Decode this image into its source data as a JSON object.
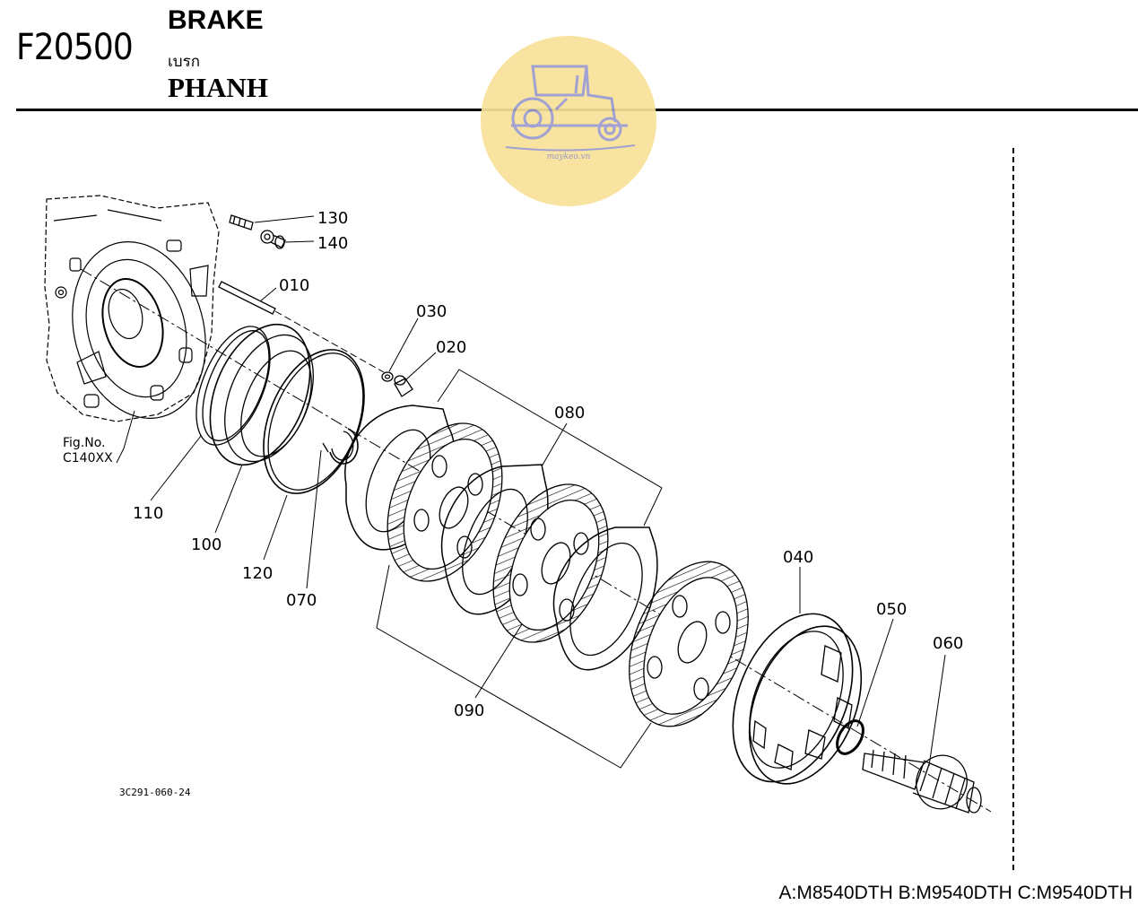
{
  "header": {
    "code": "F20500",
    "title_en": "BRAKE",
    "title_th": "เบรก",
    "title_vi": "PHANH"
  },
  "watermark": {
    "text": "maykeo.vn",
    "color": "#f9e19a"
  },
  "figure_ref": {
    "line1": "Fig.No.",
    "line2": "C140XX"
  },
  "drawing_code": "3C291-060-24",
  "footer": "A:M8540DTH B:M9540DTH C:M9540DTH",
  "parts": {
    "p130": "130",
    "p140": "140",
    "p010": "010",
    "p030": "030",
    "p020": "020",
    "p080": "080",
    "p110": "110",
    "p100": "100",
    "p120": "120",
    "p070": "070",
    "p040": "040",
    "p050": "050",
    "p060": "060",
    "p090": "090"
  }
}
